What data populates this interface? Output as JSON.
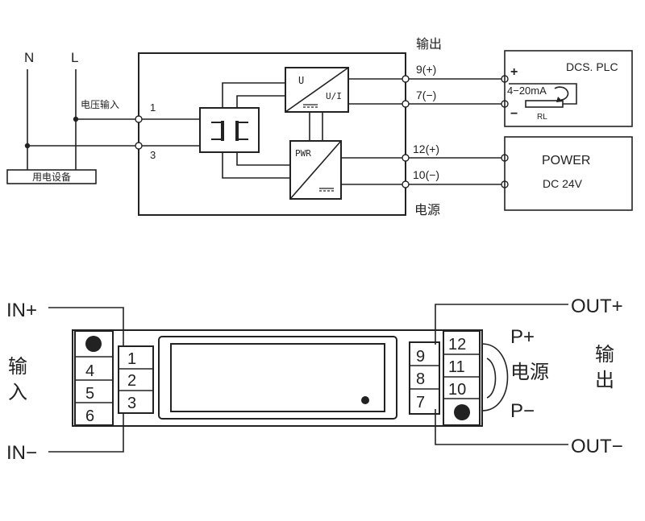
{
  "wiring": {
    "mains_n": "N",
    "mains_l": "L",
    "input_label": "电压输入",
    "terminal_1": "1",
    "terminal_3": "3",
    "equipment_label": "用电设备",
    "module_u": "U",
    "module_ui": "U/I",
    "module_pwr": "PWR",
    "output_header": "输出",
    "out_pos": "9(+)",
    "out_neg": "7(−)",
    "pwr_pos": "12(+)",
    "pwr_neg": "10(−)",
    "power_header": "电源",
    "dcs_title": "DCS. PLC",
    "dcs_plus": "+",
    "dcs_minus": "−",
    "dcs_current": "4−20mA",
    "dcs_rl": "RL",
    "power_title": "POWER",
    "power_voltage": "DC 24V"
  },
  "terminals": {
    "in_plus": "IN+",
    "in_minus": "IN−",
    "input_label_1": "输",
    "input_label_2": "入",
    "left_numbers": [
      "4",
      "5",
      "6"
    ],
    "left_numbers_inner": [
      "1",
      "2",
      "3"
    ],
    "right_numbers_inner": [
      "9",
      "8",
      "7"
    ],
    "right_numbers": [
      "12",
      "11",
      "10"
    ],
    "p_plus": "P+",
    "p_minus": "P−",
    "power_label": "电源",
    "out_plus": "OUT+",
    "out_minus": "OUT−",
    "output_label_1": "输",
    "output_label_2": "出"
  }
}
